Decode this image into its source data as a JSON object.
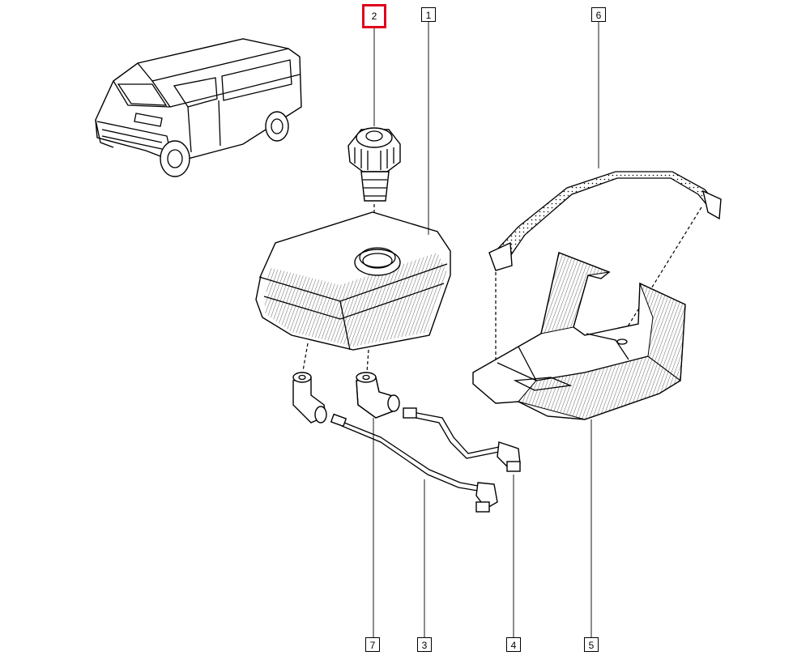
{
  "callouts": [
    {
      "id": "2",
      "label": "2",
      "selected": true,
      "highlight_color": "#e0001b"
    },
    {
      "id": "1",
      "label": "1",
      "selected": false
    },
    {
      "id": "6",
      "label": "6",
      "selected": false
    },
    {
      "id": "7",
      "label": "7",
      "selected": false
    },
    {
      "id": "3",
      "label": "3",
      "selected": false
    },
    {
      "id": "4",
      "label": "4",
      "selected": false
    },
    {
      "id": "5",
      "label": "5",
      "selected": false
    }
  ],
  "colors": {
    "line": "#000000",
    "background": "#ffffff",
    "selection": "#e0001b"
  }
}
